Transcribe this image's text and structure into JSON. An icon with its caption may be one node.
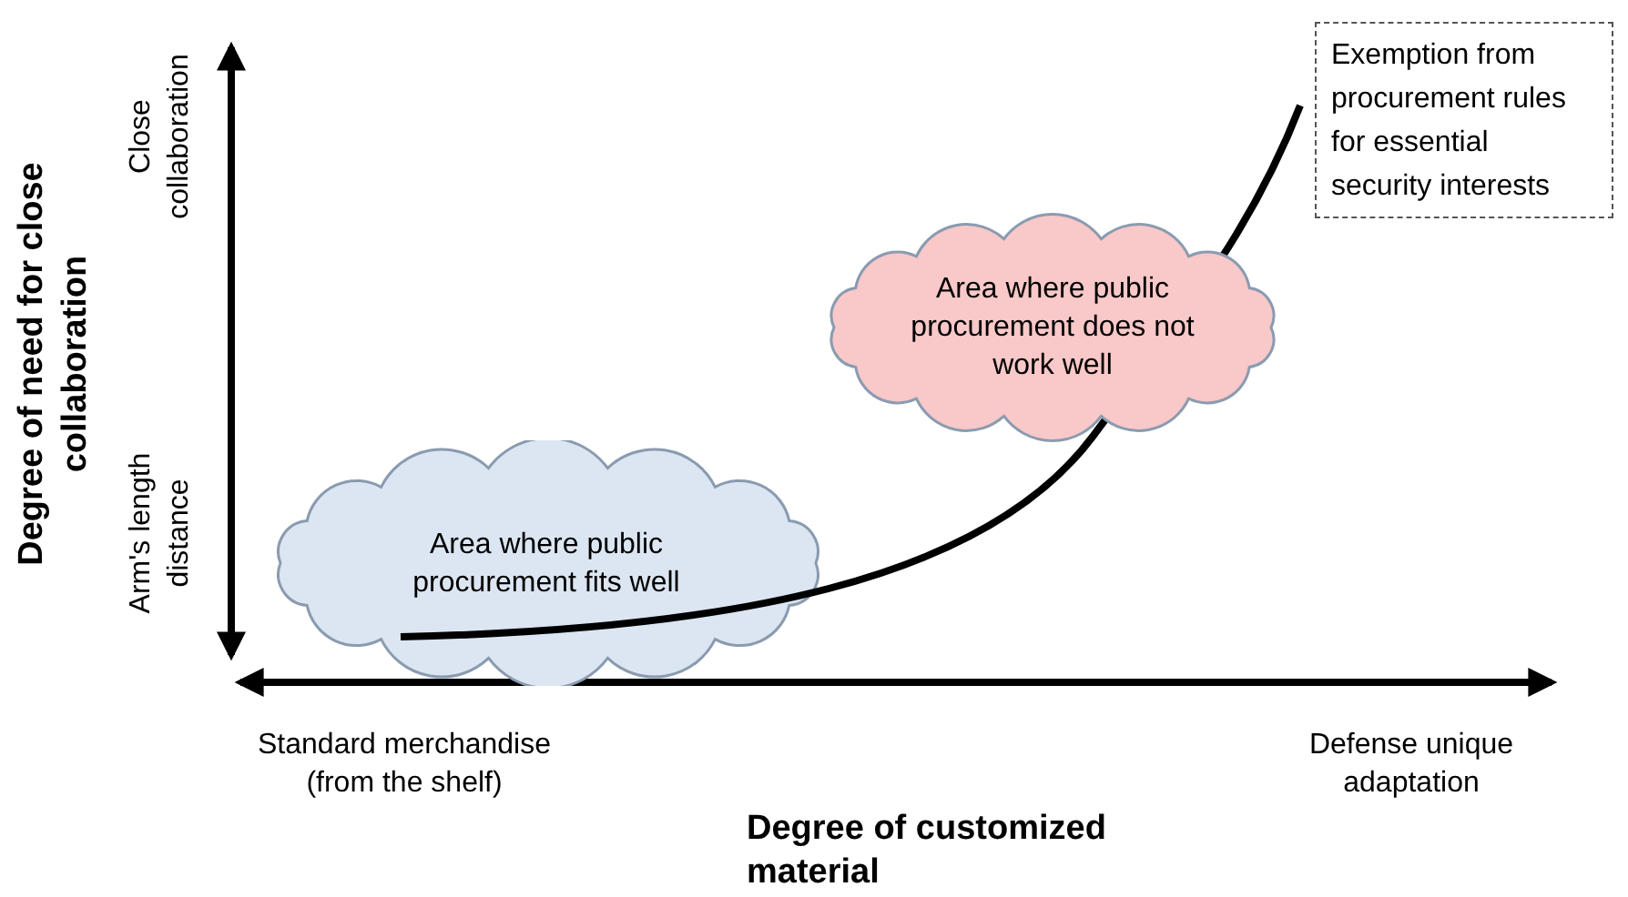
{
  "diagram": {
    "nodes": [
      {
        "text": [
          "Area where public procurement fits well"
        ]
      },
      {
        "text": [
          "Area where public procurement does not work well"
        ]
      },
      {
        "text": [
          "Exemption from procurement rules for essential security interests"
        ]
      }
    ],
    "edges": [],
    "labels": [
      "Close collaboration",
      "Arm's length distance",
      "Degree of need for close collaboration",
      "Standard merchandise (from the shelf)",
      "Defense unique adaptation",
      "Degree of customized material"
    ]
  }
}
